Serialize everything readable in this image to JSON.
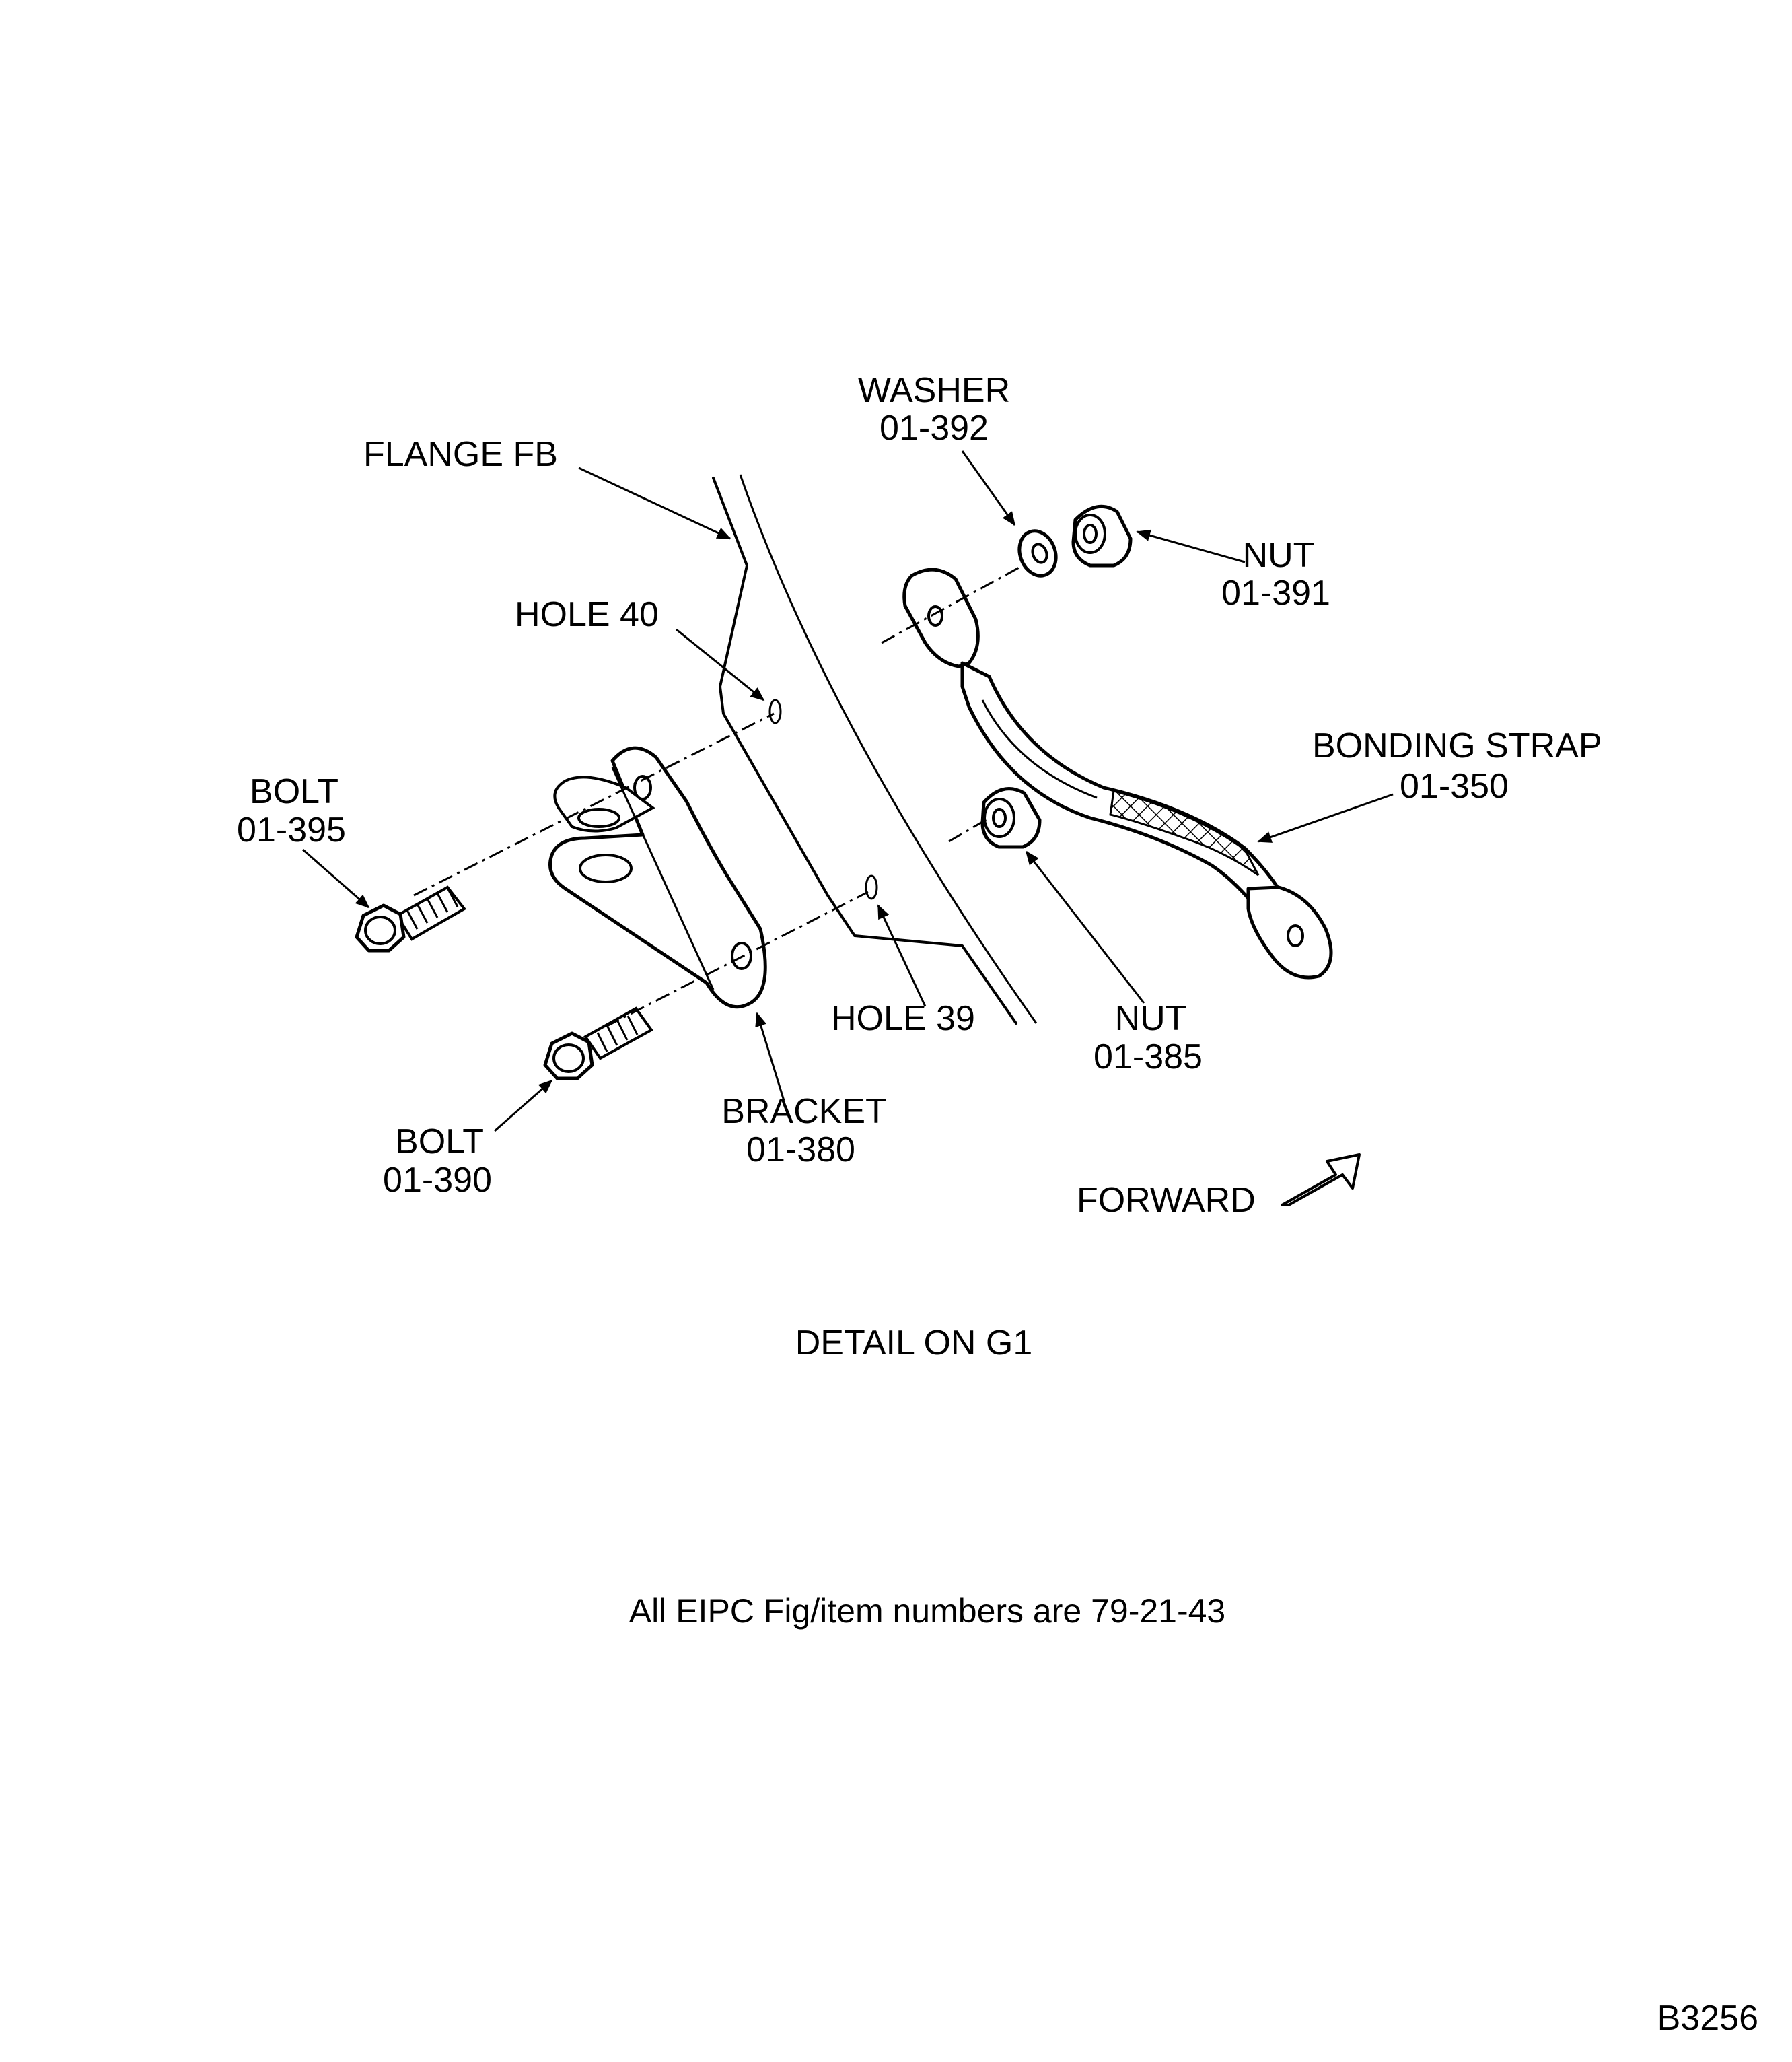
{
  "labels": {
    "flange": "FLANGE FB",
    "washer_name": "WASHER",
    "washer_num": "01-392",
    "nut_top_name": "NUT",
    "nut_top_num": "01-391",
    "hole40": "HOLE 40",
    "bonding_name": "BONDING STRAP",
    "bonding_num": "01-350",
    "bolt_top_name": "BOLT",
    "bolt_top_num": "01-395",
    "nut_mid_name": "NUT",
    "nut_mid_num": "01-385",
    "hole39": "HOLE 39",
    "bracket_name": "BRACKET",
    "bracket_num": "01-380",
    "bolt_bot_name": "BOLT",
    "bolt_bot_num": "01-390",
    "forward": "FORWARD"
  },
  "caption": "DETAIL ON G1",
  "note": "All EIPC Fig/item numbers are 79-21-43",
  "figure_id": "B3256"
}
